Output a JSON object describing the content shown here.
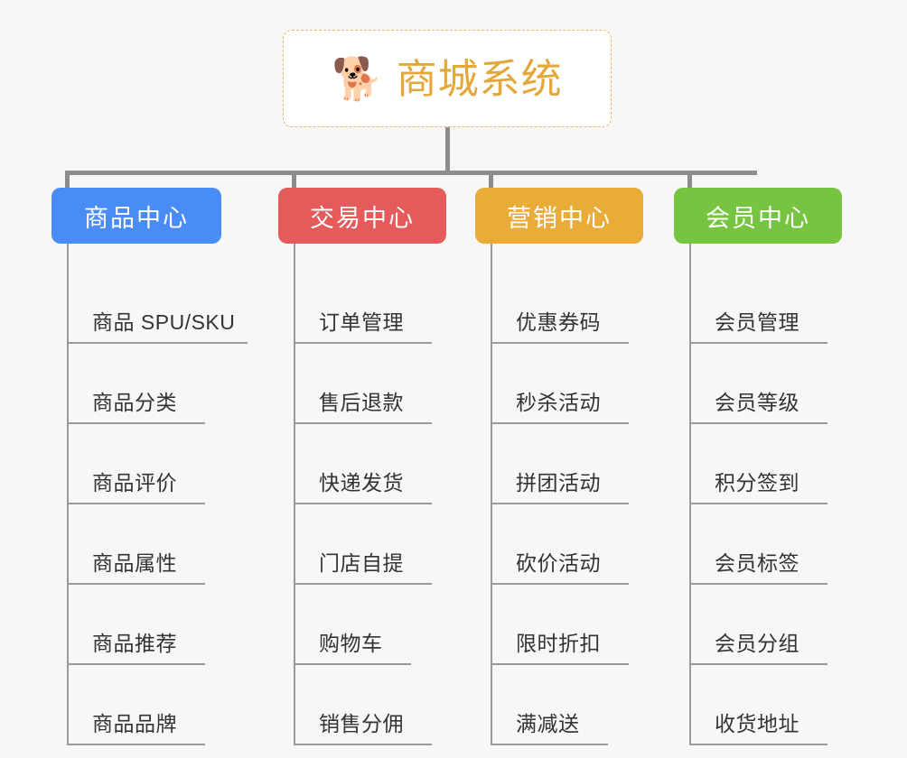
{
  "page": {
    "background_color": "#f7f7f7",
    "type": "org-chart"
  },
  "root": {
    "icon": "shiba-dog-face-emoji",
    "icon_glyph": "🐕",
    "title": "商城系统",
    "title_color": "#e3a83a",
    "border_color": "#e9b567"
  },
  "connector": {
    "color": "#8d8d8d"
  },
  "columns": [
    {
      "header": "商品中心",
      "color": "#4a8cf5",
      "leaves": [
        "商品 SPU/SKU",
        "商品分类",
        "商品评价",
        "商品属性",
        "商品推荐",
        "商品品牌"
      ]
    },
    {
      "header": "交易中心",
      "color": "#e55b5b",
      "leaves": [
        "订单管理",
        "售后退款",
        "快递发货",
        "门店自提",
        "购物车",
        "销售分佣"
      ]
    },
    {
      "header": "营销中心",
      "color": "#eaac38",
      "leaves": [
        "优惠券码",
        "秒杀活动",
        "拼团活动",
        "砍价活动",
        "限时折扣",
        "满减送"
      ]
    },
    {
      "header": "会员中心",
      "color": "#76c440",
      "leaves": [
        "会员管理",
        "会员等级",
        "积分签到",
        "会员标签",
        "会员分组",
        "收货地址"
      ]
    }
  ]
}
